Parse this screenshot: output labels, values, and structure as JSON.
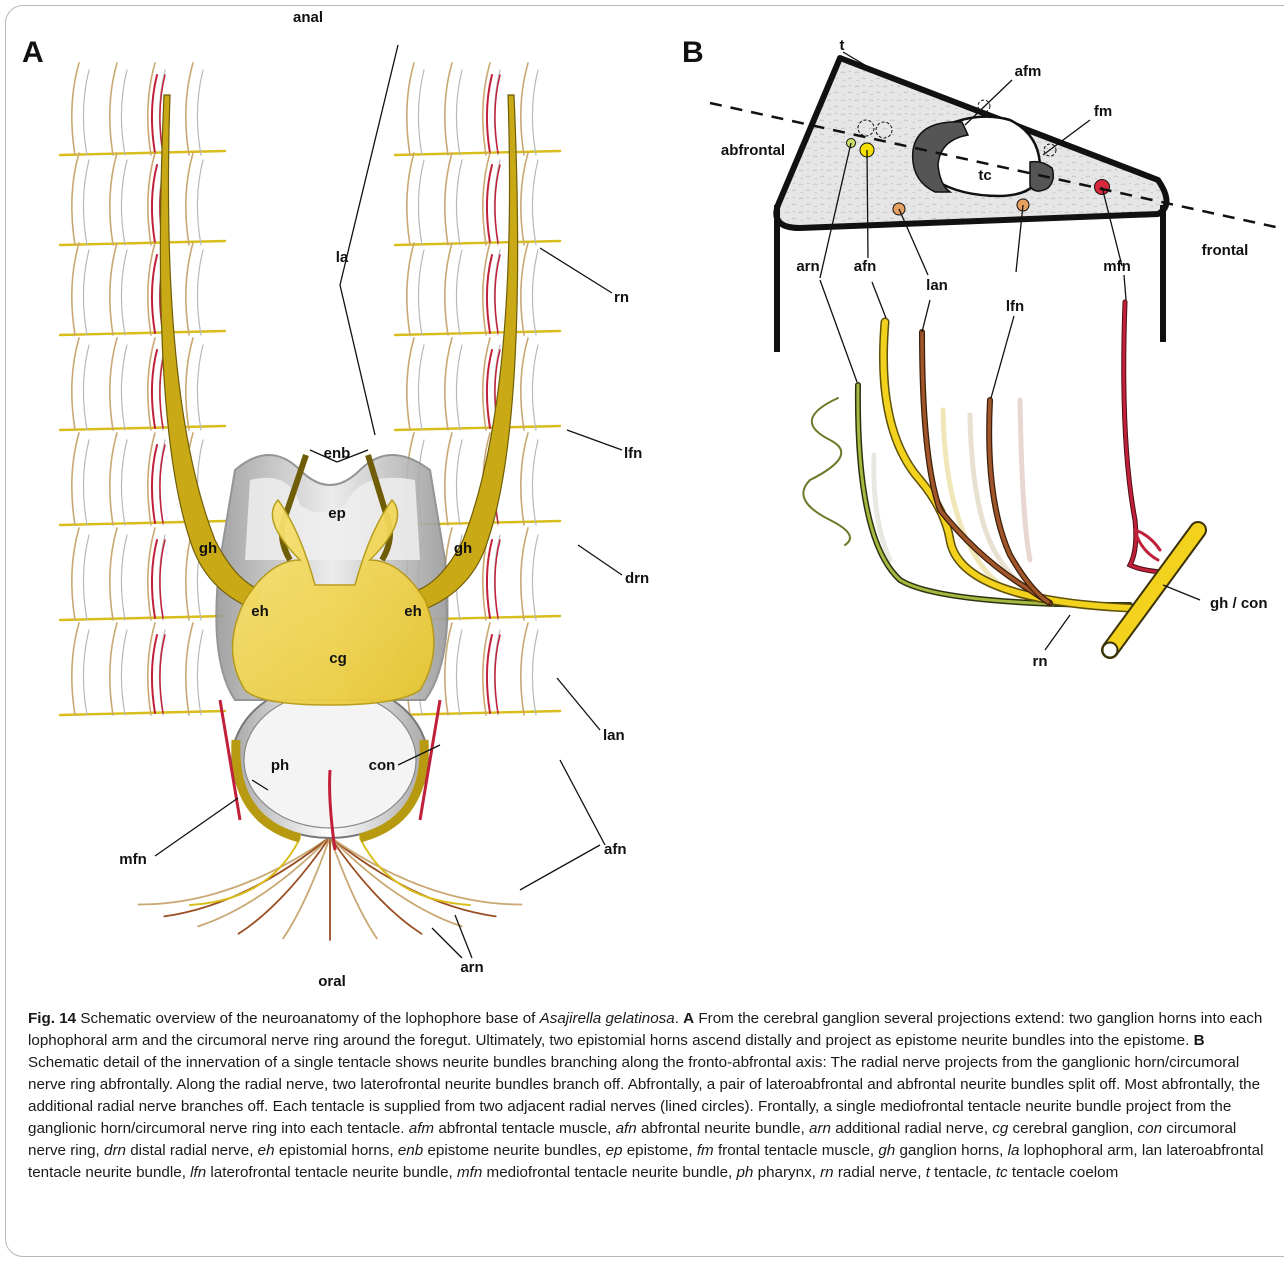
{
  "panels": {
    "a": {
      "letter": "A",
      "labels": {
        "anal": "anal",
        "la": "la",
        "rn": "rn",
        "enb": "enb",
        "lfn": "lfn",
        "ep": "ep",
        "gh_left": "gh",
        "gh_right": "gh",
        "drn": "drn",
        "eh_left": "eh",
        "eh_right": "eh",
        "cg": "cg",
        "lan": "lan",
        "ph": "ph",
        "con": "con",
        "mfn": "mfn",
        "afn": "afn",
        "arn": "arn",
        "oral": "oral"
      }
    },
    "b": {
      "letter": "B",
      "labels": {
        "t": "t",
        "afm": "afm",
        "fm": "fm",
        "abfrontal": "abfrontal",
        "tc": "tc",
        "frontal": "frontal",
        "arn": "arn",
        "afn": "afn",
        "lan": "lan",
        "lfn": "lfn",
        "mfn": "mfn",
        "gh_con": "gh / con",
        "rn": "rn"
      }
    }
  },
  "colors": {
    "ganglion_yellow": "#f0d24a",
    "nerve_yellow": "#d9bd1a",
    "nerve_dark_yellow": "#8c7a10",
    "red": "#c0203a",
    "tan": "#c9a873",
    "orange_brown": "#9a4e22",
    "olive_green": "#6b7a28",
    "epistome_grey": "#c8c8c8",
    "circle_yellow": "#f5e000",
    "circle_light_green": "#c9e06a",
    "circle_orange": "#e8a060",
    "circle_red": "#d8283e"
  },
  "caption": {
    "fig_label": "Fig. 14",
    "p1": "Schematic overview of the neuroanatomy of the lophophore base of ",
    "species": "Asajirella gelatinosa",
    "p2": ". ",
    "a_letter": "A",
    "p3": " From the cerebral ganglion several projections extend: two ganglion horns into each lophophoral arm and the circumoral nerve ring around the foregut. Ultimately, two epistomial horns ascend distally and project as epistome neurite bundles into the epistome. ",
    "b_letter": "B",
    "p4": " Schematic detail of the innervation of a single tentacle shows neurite bundles branching along the fronto-abfrontal axis: The radial nerve projects from the ganglionic horn/circumoral nerve ring abfrontally. Along the radial nerve, two laterofrontal neurite bundles branch off. Abfrontally, a pair of lateroabfrontal and abfrontal neurite bundles split off. Most abfrontally, the additional radial nerve branches off. Each tentacle is supplied from two adjacent radial nerves (lined circles). Frontally, a single mediofrontal tentacle neurite bundle project from the ganglionic horn/circumoral nerve ring into each tentacle. ",
    "abbreviations": [
      {
        "abbr": "afm",
        "def": "abfrontal tentacle muscle"
      },
      {
        "abbr": "afn",
        "def": "abfrontal neurite bundle"
      },
      {
        "abbr": "arn",
        "def": "additional radial nerve"
      },
      {
        "abbr": "cg",
        "def": "cerebral ganglion"
      },
      {
        "abbr": "con",
        "def": "circumoral nerve ring"
      },
      {
        "abbr": "drn",
        "def": "distal radial nerve"
      },
      {
        "abbr": "eh",
        "def": "epistomial horns"
      },
      {
        "abbr": "enb",
        "def": "epistome neurite bundles"
      },
      {
        "abbr": "ep",
        "def": "epistome"
      },
      {
        "abbr": "fm",
        "def": "frontal tentacle muscle"
      },
      {
        "abbr": "gh",
        "def": "ganglion horns"
      },
      {
        "abbr": "la",
        "def": "lophophoral arm"
      },
      {
        "abbr": "lan",
        "def": "lateroabfrontal tentacle neurite bundle",
        "plain": true
      },
      {
        "abbr": "lfn",
        "def": "laterofrontal tentacle neurite bundle"
      },
      {
        "abbr": "mfn",
        "def": "mediofrontal tentacle neurite bundle"
      },
      {
        "abbr": "ph",
        "def": "pharynx"
      },
      {
        "abbr": "rn",
        "def": "radial nerve"
      },
      {
        "abbr": "t",
        "def": "tentacle"
      },
      {
        "abbr": "tc",
        "def": "tentacle coelom"
      }
    ]
  }
}
